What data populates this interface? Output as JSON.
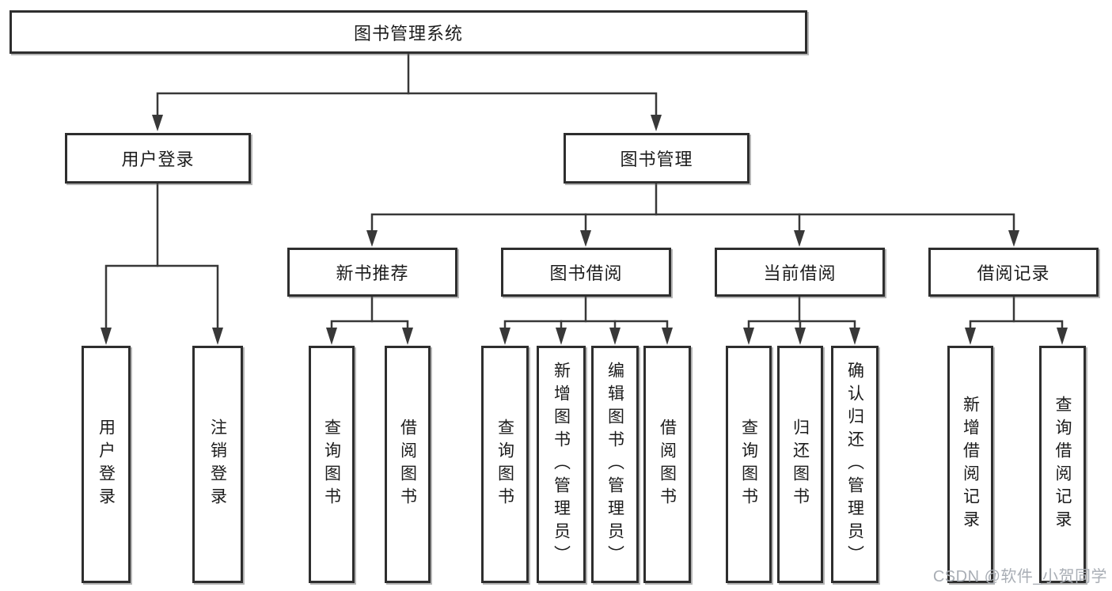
{
  "diagram": {
    "root": {
      "label": "图书管理系统"
    },
    "level2": [
      {
        "label": "用户登录"
      },
      {
        "label": "图书管理"
      }
    ],
    "level3": [
      {
        "label": "新书推荐"
      },
      {
        "label": "图书借阅"
      },
      {
        "label": "当前借阅"
      },
      {
        "label": "借阅记录"
      }
    ],
    "leaves": {
      "user_login": [
        "用户登录",
        "注销登录"
      ],
      "new_book": [
        "查询图书",
        "借阅图书"
      ],
      "book_borrow": [
        "查询图书",
        "新增图书（管理员）",
        "编辑图书（管理员）",
        "借阅图书"
      ],
      "current_borrow": [
        "查询图书",
        "归还图书",
        "确认归还（管理员）"
      ],
      "borrow_record": [
        "新增借阅记录",
        "查询借阅记录"
      ]
    }
  },
  "watermark": {
    "text": "CSDN @软件_小贺同学"
  },
  "colors": {
    "background": "#ffffff",
    "box_border": "#2e2e2e",
    "connector": "#383838",
    "text": "#1c1c1c",
    "watermark": "#a9aeb5"
  }
}
